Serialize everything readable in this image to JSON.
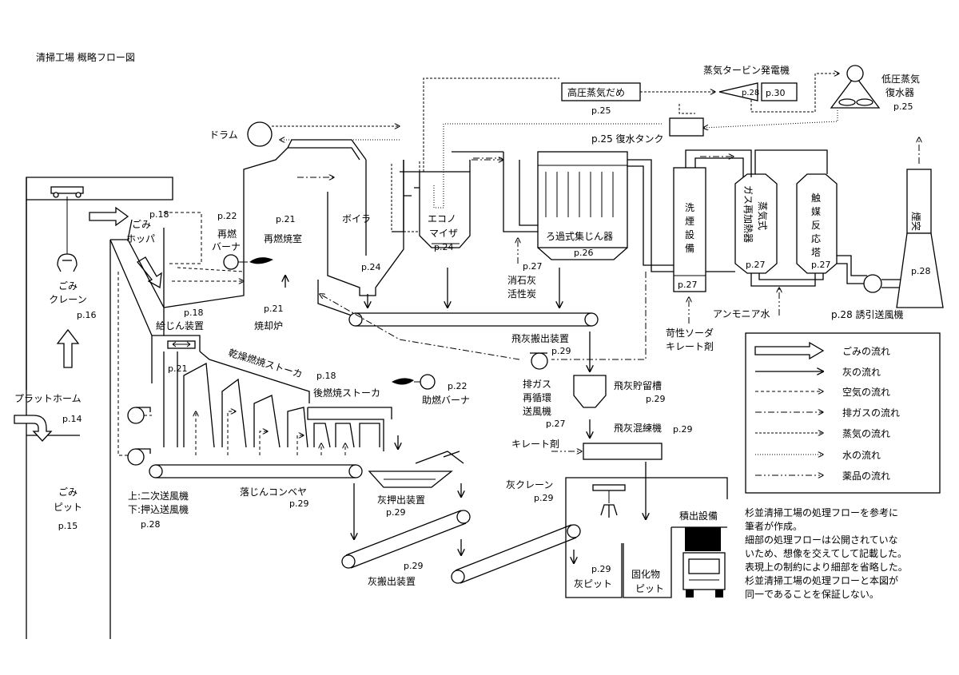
{
  "title": "清掃工場 概略フロー図",
  "labels": {
    "drum": "ドラム",
    "gomi_crane": [
      "ごみ",
      "クレーン"
    ],
    "gomi_crane_page": "p.16",
    "platform": "プラットホーム",
    "platform_page": "p.14",
    "gomi_pit": [
      "ごみ",
      "ピット"
    ],
    "gomi_pit_page": "p.15",
    "hopper": [
      "ごみ",
      "ホッパ"
    ],
    "hopper_page": "p.18",
    "reburner": [
      "再燃",
      "バーナ"
    ],
    "reburner_page": "p.22",
    "reburn_chamber": "再燃焼室",
    "reburn_chamber_page": "p.21",
    "boiler": "ボイラ",
    "boiler_page": "p.24",
    "economizer": [
      "エコノ",
      "マイザ"
    ],
    "economizer_page": "p.24",
    "bag_filter": "ろ過式集じん器",
    "bag_filter_page": "p.26",
    "lime_page": "p.27",
    "lime": [
      "消石灰",
      "活性炭"
    ],
    "hp_steam": "高圧蒸気だめ",
    "hp_steam_page": "p.25",
    "turbine": "蒸気タービン発電機",
    "turbine_page1": "p.28",
    "turbine_page2": "p.30",
    "lp_condenser": [
      "低圧蒸気",
      "復水器"
    ],
    "lp_condenser_page": "p.25",
    "condensate_tank": "p.25 復水タンク",
    "scrubber": [
      "洗",
      "煙",
      "設",
      "備"
    ],
    "scrubber_page": "p.27",
    "reheater": [
      "ガス再加熱器",
      "蒸気式"
    ],
    "reheater_page": "p.27",
    "catalyst": [
      "触",
      "媒",
      "反",
      "応",
      "塔"
    ],
    "catalyst_page": "p.27",
    "stack": "煙突",
    "stack_page": "p.28",
    "ammonia": "アンモニア水",
    "idf": "p.28 誘引送風機",
    "caustic": [
      "苛性ソーダ",
      "キレート剤"
    ],
    "incinerator_page": "p.21",
    "incinerator": "焼却炉",
    "feeder_page": "p.18",
    "feeder": "給じん装置",
    "p21b": "p.21",
    "dry_stoker": "乾燥燃焼ストーカ",
    "post_stoker_page": "p.18",
    "post_stoker": "後燃焼ストーカ",
    "aux_burner_page": "p.22",
    "aux_burner": "助燃バーナ",
    "fly_ash_conv": "飛灰搬出装置",
    "fly_ash_conv_page": "p.29",
    "egr_fan": [
      "排ガス",
      "再循環",
      "送風機"
    ],
    "egr_fan_page": "p.27",
    "fly_ash_silo": "飛灰貯留槽",
    "fly_ash_silo_page": "p.29",
    "fly_ash_mixer": "飛灰混練機",
    "fly_ash_mixer_page": "p.29",
    "chelate": "キレート剤",
    "fans": [
      "上:二次送風機",
      "下:押込送風機"
    ],
    "fans_page": "p.28",
    "drop_conveyor": "落じんコンベヤ",
    "drop_conveyor_page": "p.29",
    "ash_pusher": "灰押出装置",
    "ash_pusher_page": "p.29",
    "ash_conv_page": "p.29",
    "ash_conv": "灰搬出装置",
    "ash_crane": "灰クレーン",
    "ash_crane_page": "p.29",
    "ash_pit_page": "p.29",
    "ash_pit": "灰ピット",
    "solid_pit": [
      "固化物",
      "ピット"
    ],
    "loading": "積出設備"
  },
  "legend": [
    {
      "style": "refuse",
      "label": "ごみの流れ"
    },
    {
      "style": "ash",
      "label": "灰の流れ"
    },
    {
      "style": "air",
      "label": "空気の流れ"
    },
    {
      "style": "gas",
      "label": "排ガスの流れ"
    },
    {
      "style": "steam",
      "label": "蒸気の流れ"
    },
    {
      "style": "water",
      "label": "水の流れ"
    },
    {
      "style": "chem",
      "label": "薬品の流れ"
    }
  ],
  "note": [
    "杉並清掃工場の処理フローを参考に",
    "筆者が作成。",
    "細部の処理フローは公開されていな",
    "いため、想像を交えてして記載した。",
    "表現上の制約により細部を省略した。",
    "杉並清掃工場の処理フローと本図が",
    "同一であることを保証しない。"
  ]
}
